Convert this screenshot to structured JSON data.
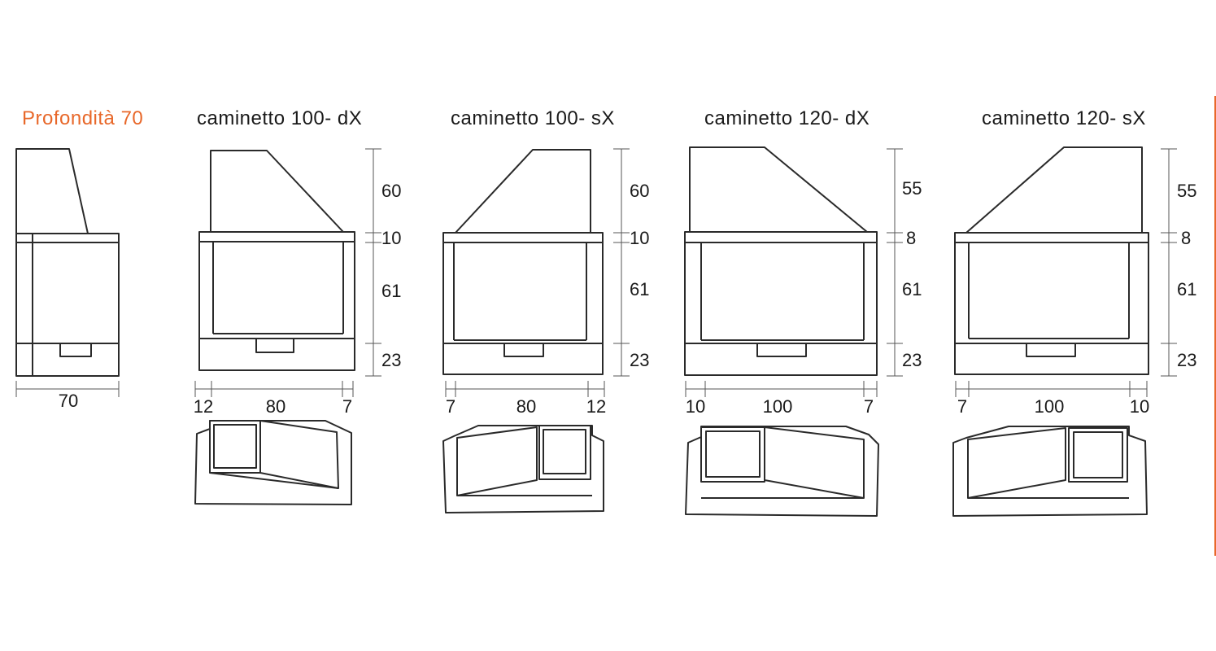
{
  "accent_color": "#e8682a",
  "depth_view": {
    "title": "Profondità 70",
    "width_label": "70"
  },
  "models": [
    {
      "id": "m1",
      "title": "caminetto 100- dX",
      "heights": [
        "60",
        "10",
        "61",
        "23"
      ],
      "widths": [
        "12",
        "80",
        "7"
      ]
    },
    {
      "id": "m2",
      "title": "caminetto 100- sX",
      "heights": [
        "60",
        "10",
        "61",
        "23"
      ],
      "widths": [
        "7",
        "80",
        "12"
      ]
    },
    {
      "id": "m3",
      "title": "caminetto 120- dX",
      "heights": [
        "55",
        "8",
        "61",
        "23"
      ],
      "widths": [
        "10",
        "100",
        "7"
      ]
    },
    {
      "id": "m4",
      "title": "caminetto 120- sX",
      "heights": [
        "55",
        "8",
        "61",
        "23"
      ],
      "widths": [
        "7",
        "100",
        "10"
      ]
    }
  ]
}
